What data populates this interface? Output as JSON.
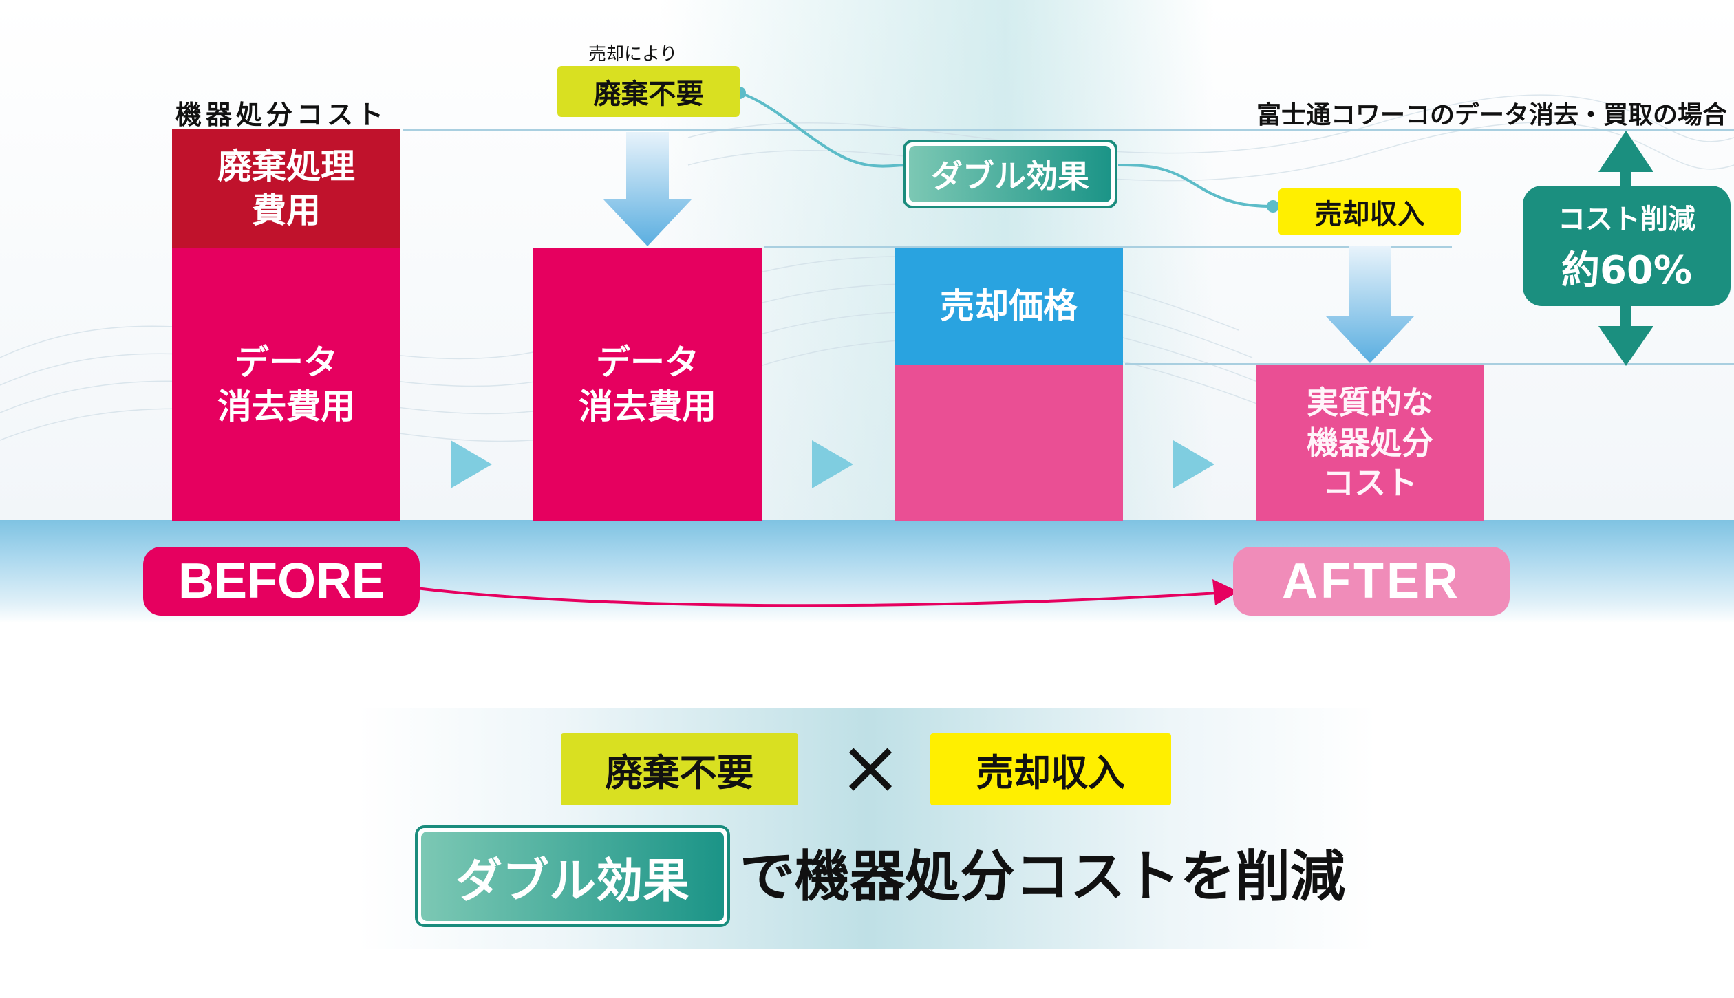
{
  "top_left_label": "機器処分コスト",
  "top_right_label": "富士通コワーコのデータ消去・買取の場合",
  "blocks": {
    "disposal_fee": "廃棄処理\n費用",
    "data_erasure_1": "データ\n消去費用",
    "data_erasure_2": "データ\n消去費用",
    "sale_price": "売却価格",
    "effective_cost": "実質的な\n機器処分\nコスト"
  },
  "callouts": {
    "by_sale_small": "売却により",
    "no_disposal": "廃棄不要",
    "double_effect": "ダブル効果",
    "sale_income": "売却収入"
  },
  "savings": {
    "line1": "コスト削減",
    "line2": "約60%"
  },
  "before_label": "BEFORE",
  "after_label": "AFTER",
  "bottom": {
    "no_disposal": "廃棄不要",
    "times": "×",
    "sale_income": "売却収入",
    "double_effect": "ダブル効果",
    "tagline": "で機器処分コストを削減"
  },
  "colors": {
    "disposal_red": "#c0122c",
    "erasure_magenta": "#e6005f",
    "sale_blue": "#29a3e0",
    "effective_pink": "#ea4f94",
    "after_pink": "#f08cb9",
    "teal": "#1b8f7f",
    "yellow": "#ffef00",
    "lime": "#d9e021"
  }
}
